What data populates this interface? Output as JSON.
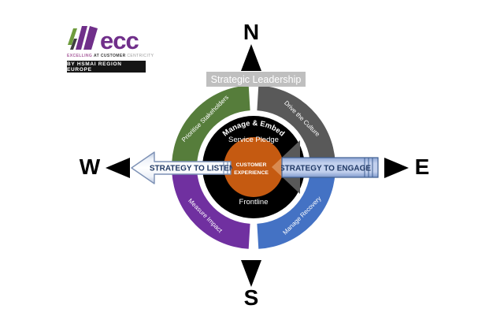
{
  "logo": {
    "brand": "ecc",
    "brand_color": "#702f8a",
    "tagline_part1": "EXCELLING",
    "tagline_part2": "AT CUSTOMER",
    "tagline_part3": "CENTRICITY",
    "banner": "BY HSMAI REGION EUROPE"
  },
  "compass": {
    "north": "N",
    "south": "S",
    "east": "E",
    "west": "W"
  },
  "leadership_banner": {
    "label": "Strategic Leadership",
    "bg": "#bfbfbf"
  },
  "diagram": {
    "quadrants": [
      {
        "id": "top-left",
        "label": "Prioritise Stakeholders",
        "color": "#567d3b"
      },
      {
        "id": "top-right",
        "label": "Drive the Culture",
        "color": "#595959"
      },
      {
        "id": "bottom-right",
        "label": "Manage Recovery",
        "color": "#4472c4"
      },
      {
        "id": "bottom-left",
        "label": "Measure Impact",
        "color": "#7030a0"
      }
    ],
    "ring": {
      "arc_label": "Manage & Embed",
      "upper_label": "Service Pledge",
      "lower_label": "Frontline",
      "color": "#000000"
    },
    "center": {
      "line1": "CUSTOMER",
      "line2": "EXPERIENCE",
      "color": "#c55a11",
      "arrow_tip_color": "#d98a50"
    },
    "engage_arrowhead_color": "#595959"
  },
  "arrows": {
    "listen": {
      "label": "STRATEGY TO LISTEN"
    },
    "engage": {
      "label": "STRATEGY TO ENGAGE"
    }
  }
}
